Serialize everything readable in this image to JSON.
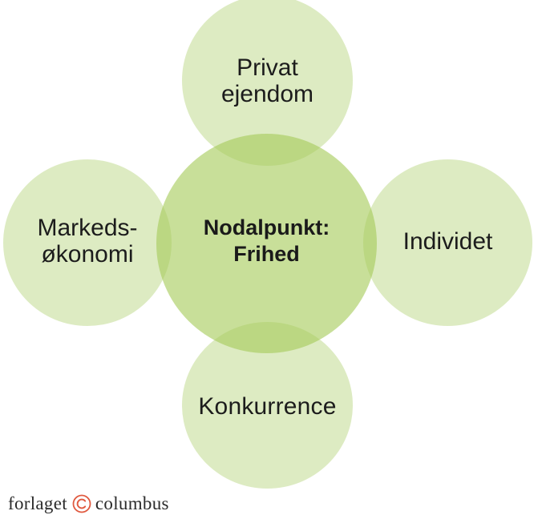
{
  "diagram": {
    "type": "concept-map",
    "center": {
      "label": "Nodalpunkt:\nFrihed",
      "color": "#c0da88"
    },
    "nodes": [
      {
        "position": "top",
        "label": "Privat\nejendom"
      },
      {
        "position": "left",
        "label": "Markeds-\nøkonomi"
      },
      {
        "position": "right",
        "label": "Individet"
      },
      {
        "position": "bottom",
        "label": "Konkurrence"
      }
    ],
    "colors": {
      "outer_fill": "#dce9c0",
      "center_fill": "#c0da88",
      "overlap_fill": "#b5d375",
      "text": "#1c1c1c"
    }
  },
  "footer": {
    "publisher_prefix": "forlaget",
    "publisher_name": "columbus",
    "logo_mark": "copyright-circle-c",
    "logo_color": "#e05a40"
  }
}
